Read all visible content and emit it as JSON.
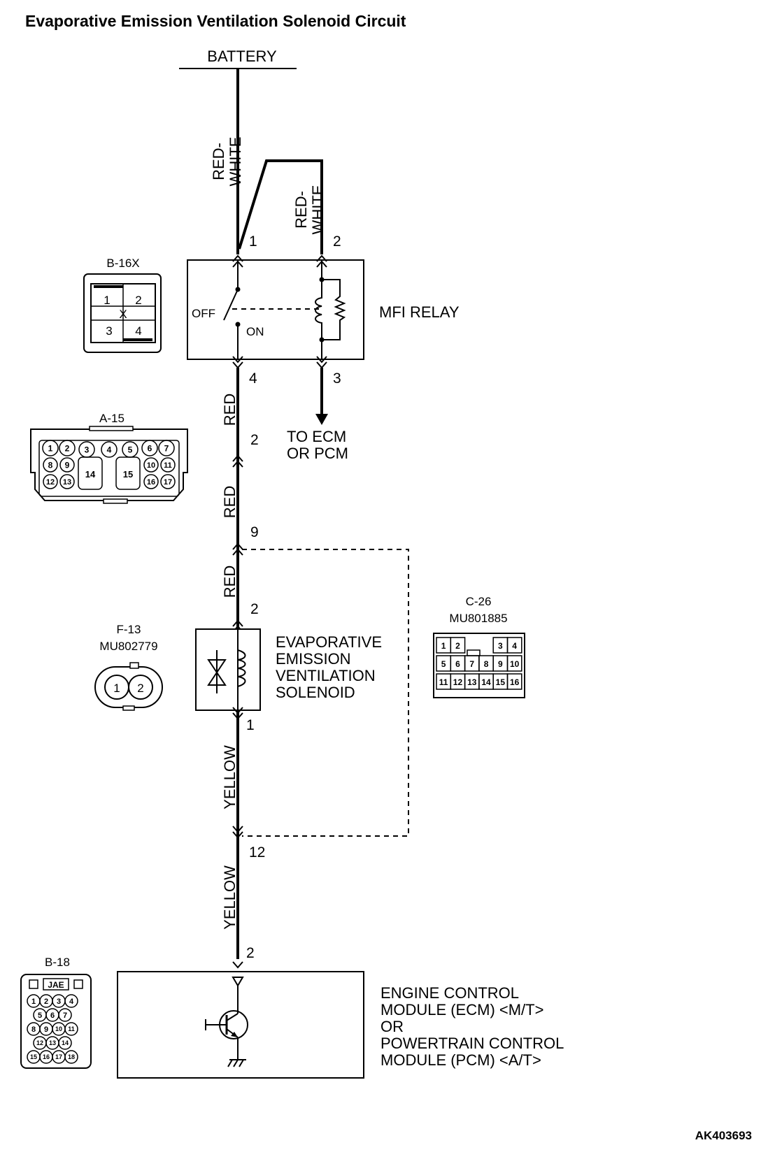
{
  "title": "Evaporative Emission Ventilation Solenoid Circuit",
  "diagram_code": "AK403693",
  "power_source": "BATTERY",
  "wires": {
    "battery_to_relay": "RED-WHITE",
    "battery_to_relay_l1": "RED-",
    "battery_to_relay_l2": "WHITE",
    "relay_coil_l1": "RED-",
    "relay_coil_l2": "WHITE",
    "relay_to_a15": "RED",
    "a15_to_c26": "RED",
    "c26_to_solenoid": "RED",
    "solenoid_to_c26": "YELLOW",
    "c26_to_ecm": "YELLOW"
  },
  "pins": {
    "relay_1": "1",
    "relay_2": "2",
    "relay_4": "4",
    "relay_3": "3",
    "a15_2": "2",
    "c26_9": "9",
    "solenoid_2": "2",
    "solenoid_1": "1",
    "c26_12": "12",
    "ecm_2": "2"
  },
  "relay": {
    "name": "MFI RELAY",
    "off_label": "OFF",
    "on_label": "ON"
  },
  "to_ecm": {
    "line1": "TO ECM",
    "line2": "OR PCM"
  },
  "solenoid": {
    "line1": "EVAPORATIVE",
    "line2": "EMISSION",
    "line3": "VENTILATION",
    "line4": "SOLENOID"
  },
  "ecm": {
    "line1": "ENGINE CONTROL",
    "line2": "MODULE (ECM) <M/T>",
    "line3": "OR",
    "line4": "POWERTRAIN CONTROL",
    "line5": "MODULE (PCM) <A/T>"
  },
  "connectors": {
    "b16x": {
      "name": "B-16X",
      "pins": [
        "1",
        "2",
        "3",
        "4"
      ],
      "mark": "X"
    },
    "a15": {
      "name": "A-15",
      "pins": [
        "1",
        "2",
        "3",
        "4",
        "5",
        "6",
        "7",
        "8",
        "9",
        "10",
        "11",
        "12",
        "13",
        "14",
        "15",
        "16",
        "17"
      ]
    },
    "f13": {
      "name": "F-13",
      "part": "MU802779",
      "pins": [
        "1",
        "2"
      ]
    },
    "c26": {
      "name": "C-26",
      "part": "MU801885",
      "pins": [
        "1",
        "2",
        "3",
        "4",
        "5",
        "6",
        "7",
        "8",
        "9",
        "10",
        "11",
        "12",
        "13",
        "14",
        "15",
        "16"
      ]
    },
    "b18": {
      "name": "B-18",
      "tag": "JAE",
      "pins": [
        "1",
        "2",
        "3",
        "4",
        "5",
        "6",
        "7",
        "8",
        "9",
        "10",
        "11",
        "12",
        "13",
        "14",
        "15",
        "16",
        "17",
        "18"
      ]
    }
  }
}
